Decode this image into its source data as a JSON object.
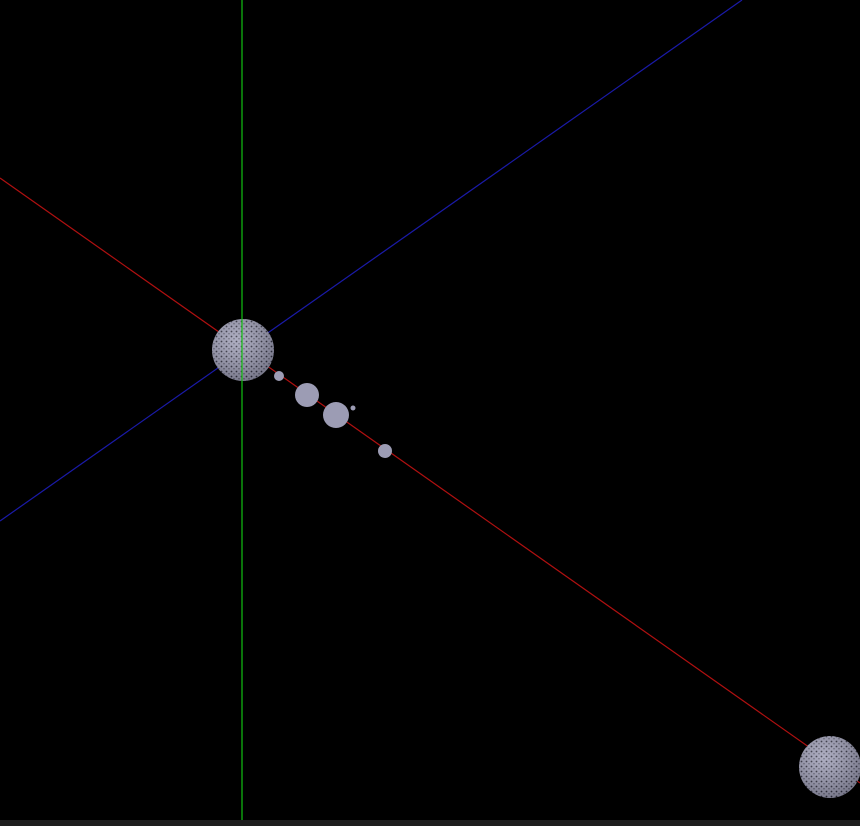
{
  "scene": {
    "background_color": "#000000",
    "axes": [
      {
        "name": "x-axis",
        "color": "#b01010"
      },
      {
        "name": "y-axis",
        "color": "#10c010"
      },
      {
        "name": "z-axis",
        "color": "#1a1aa8"
      }
    ],
    "sphere_color": "#9c9cb4",
    "sphere_texture_color": "#2a2a3a",
    "bodies": [
      {
        "name": "central-body",
        "kind": "large-textured-sphere"
      },
      {
        "name": "small-body-1",
        "kind": "small-sphere"
      },
      {
        "name": "small-body-2",
        "kind": "small-sphere"
      },
      {
        "name": "small-body-3",
        "kind": "small-sphere"
      },
      {
        "name": "small-body-4",
        "kind": "tiny-sphere"
      },
      {
        "name": "small-body-5",
        "kind": "small-sphere"
      },
      {
        "name": "far-body",
        "kind": "large-textured-sphere"
      }
    ]
  }
}
